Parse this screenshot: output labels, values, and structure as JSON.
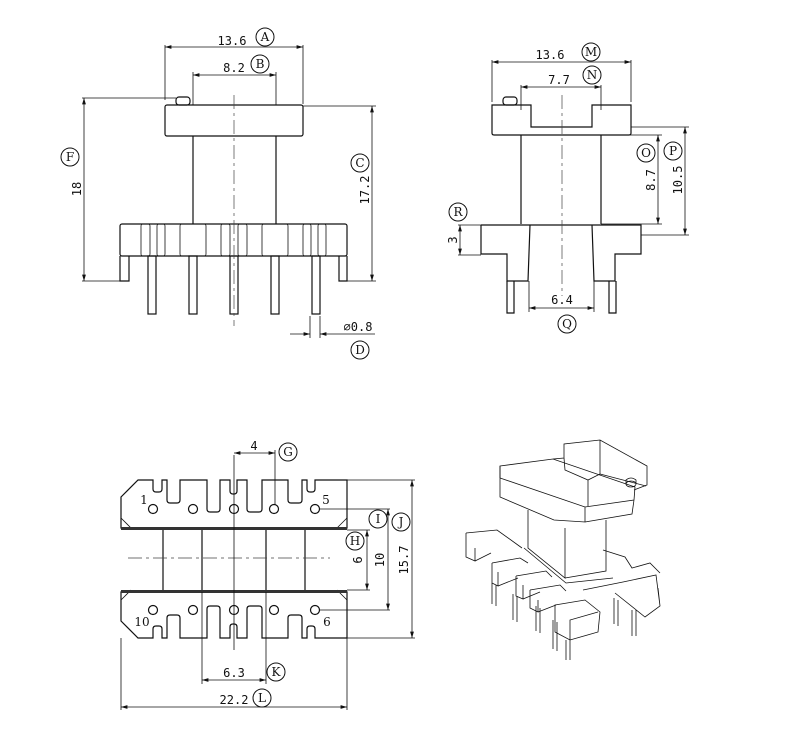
{
  "front_view": {
    "dims": {
      "A": "13.6",
      "B": "8.2",
      "C": "17.2",
      "D": "⌀0.8",
      "F": "18"
    },
    "labels": {
      "A": "A",
      "B": "B",
      "C": "C",
      "D": "D",
      "F": "F"
    }
  },
  "side_view": {
    "dims": {
      "M": "13.6",
      "N": "7.7",
      "O": "8.7",
      "P": "10.5",
      "Q": "6.4",
      "R": "3"
    },
    "labels": {
      "M": "M",
      "N": "N",
      "O": "O",
      "P": "P",
      "Q": "Q",
      "R": "R"
    }
  },
  "bottom_view": {
    "dims": {
      "G": "4",
      "H": "6",
      "I_J_inner": "10",
      "J": "15.7",
      "K": "6.3",
      "L": "22.2"
    },
    "labels": {
      "G": "G",
      "H": "H",
      "I": "I",
      "J": "J",
      "K": "K",
      "L": "L"
    },
    "pin_numbers": {
      "p1": "1",
      "p5": "5",
      "p10": "10",
      "p6": "6"
    }
  },
  "isometric_view": {
    "icon": "bobbin-3d-icon"
  }
}
